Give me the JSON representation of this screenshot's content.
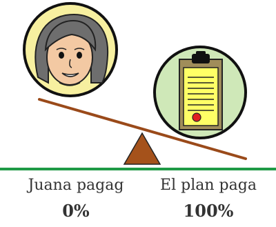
{
  "left": {
    "label": "Juana pagag",
    "percent": "0%"
  },
  "right": {
    "label": "El plan paga",
    "percent": "100%"
  },
  "colors": {
    "ground": "#1f9a46",
    "beam": "#9a4a1a",
    "fulcrum": "#a5521b",
    "person_circle": "#f7f0a0",
    "document_circle": "#cfe8b8",
    "hair": "#6e6e6e",
    "skin": "#f3c9a3",
    "paper": "#ffff66",
    "seal": "#e02020"
  }
}
